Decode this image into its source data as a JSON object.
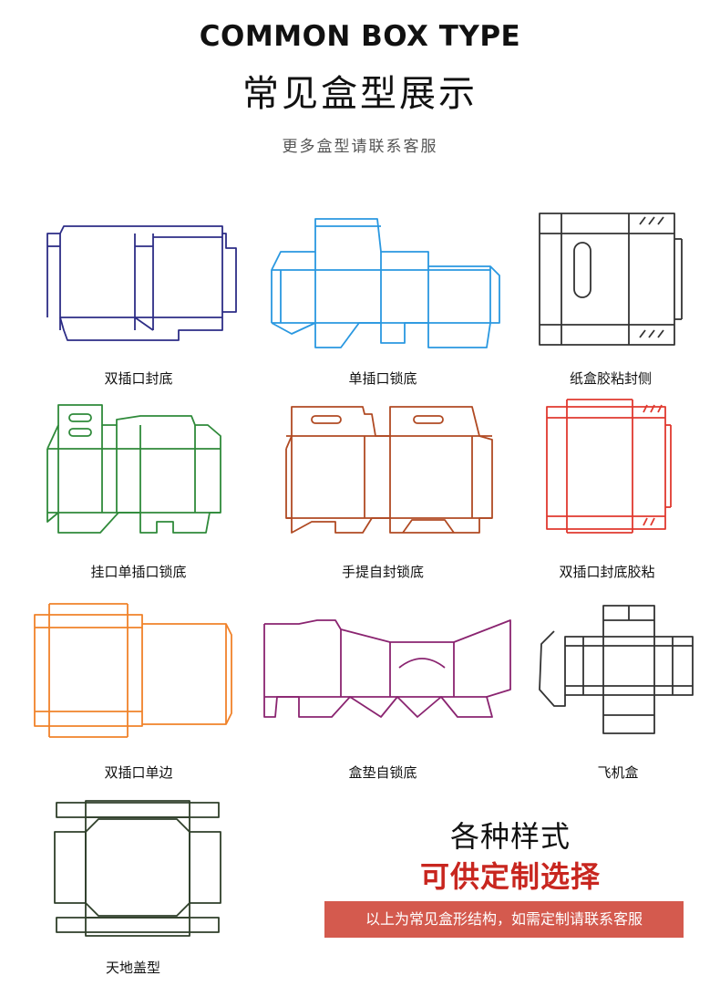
{
  "header": {
    "title_en": "COMMON BOX TYPE",
    "title_cn": "常见盒型展示",
    "subtitle": "更多盒型请联系客服"
  },
  "boxes": [
    {
      "label": "双插口封底",
      "color": "#2d2d86"
    },
    {
      "label": "单插口锁底",
      "color": "#2a98e0"
    },
    {
      "label": "纸盒胶粘封侧",
      "color": "#333333"
    },
    {
      "label": "挂口单插口锁底",
      "color": "#2f8a3a"
    },
    {
      "label": "手提自封锁底",
      "color": "#b04a23"
    },
    {
      "label": "双插口封底胶粘",
      "color": "#e0392f"
    },
    {
      "label": "双插口单边",
      "color": "#f0822a"
    },
    {
      "label": "盒垫自锁底",
      "color": "#8a2470"
    },
    {
      "label": "飞机盒",
      "color": "#333333"
    },
    {
      "label": "天地盖型",
      "color": "#2f3f2a"
    }
  ],
  "promo": {
    "line1": "各种样式",
    "line2": "可供定制选择",
    "banner": "以上为常见盒形结构，如需定制请联系客服"
  }
}
